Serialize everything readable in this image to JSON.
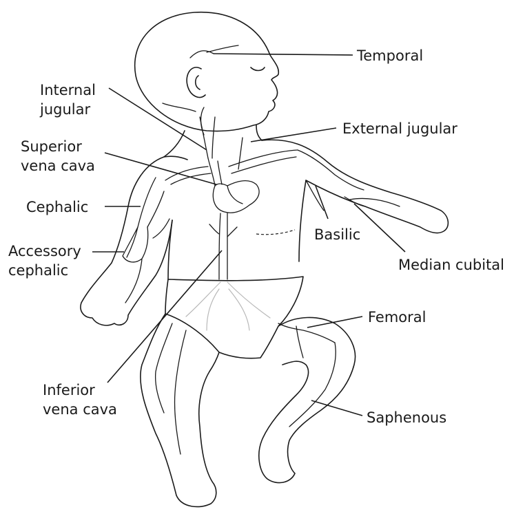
{
  "labels": {
    "temporal": "Temporal",
    "internal_jugular": [
      "Internal",
      "jugular"
    ],
    "external_jugular": "External jugular",
    "superior_vena_cava": [
      "Superior",
      "vena cava"
    ],
    "cephalic": "Cephalic",
    "accessory_cephalic": [
      "Accessory",
      "cephalic"
    ],
    "basilic": "Basilic",
    "median_cubital": "Median cubital",
    "femoral": "Femoral",
    "inferior_vena_cava": [
      "Inferior",
      "vena cava"
    ],
    "saphenous": "Saphenous"
  },
  "colors": {
    "ink": "#1a1a1a",
    "light_vein": "#b8b8b8",
    "background": "#ffffff"
  }
}
